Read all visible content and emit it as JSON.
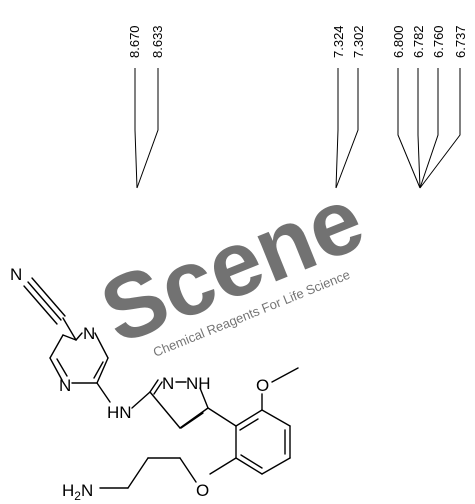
{
  "nmr_peaks": {
    "group_1": [
      "8.670",
      "8.633"
    ],
    "group_2": [
      "7.324",
      "7.302"
    ],
    "group_3": [
      "6.800",
      "6.782",
      "6.760",
      "6.737"
    ]
  },
  "structure": {
    "atoms": {
      "nitrile_n": "N",
      "pyrazine_n_top": "N",
      "pyrazine_n_bottom": "N",
      "amine_nh": "HN",
      "pyrazole_n": "N",
      "pyrazole_nh": "NH",
      "methoxy_o": "O",
      "ether_o": "O",
      "terminal_amine": "H2N"
    }
  },
  "watermark": {
    "brand": "Scene",
    "tagline": "Chemical Reagents For Life Science"
  },
  "colors": {
    "line": "#000000",
    "watermark": "#f3e9c8"
  }
}
